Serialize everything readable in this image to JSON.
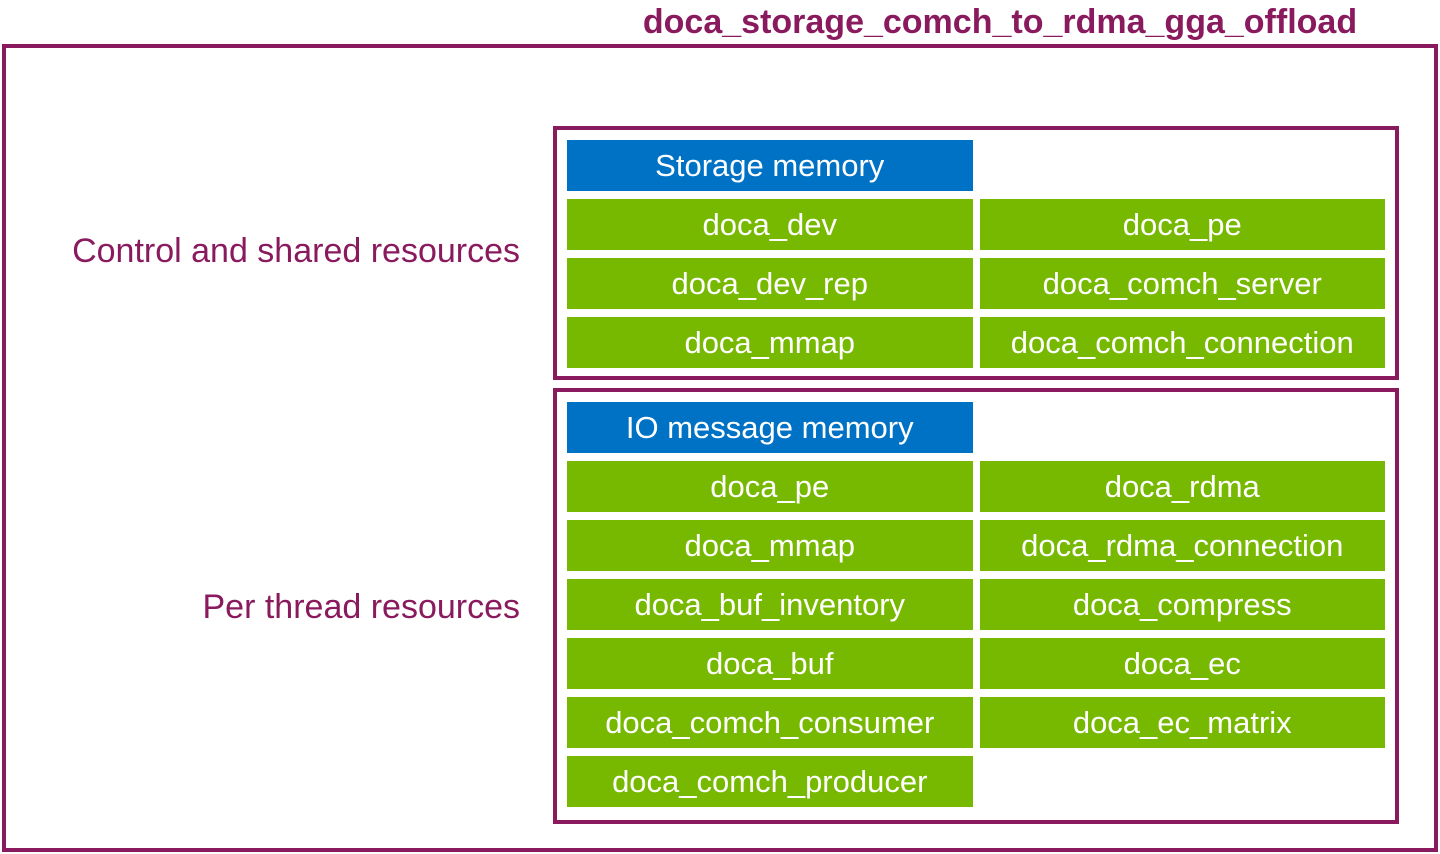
{
  "title": "doca_storage_comch_to_rdma_gga_offload",
  "colors": {
    "maroon": "#8A1A5E",
    "green": "#76B900",
    "blue": "#0072C6",
    "cell_text": "#FFFFFF",
    "background": "#FFFFFF"
  },
  "sections": [
    {
      "label": "Control and shared resources",
      "header": "Storage memory",
      "cells": [
        [
          "doca_dev",
          "doca_pe"
        ],
        [
          "doca_dev_rep",
          "doca_comch_server"
        ],
        [
          "doca_mmap",
          "doca_comch_connection"
        ]
      ]
    },
    {
      "label": "Per thread resources",
      "header": "IO message memory",
      "cells": [
        [
          "doca_pe",
          "doca_rdma"
        ],
        [
          "doca_mmap",
          "doca_rdma_connection"
        ],
        [
          "doca_buf_inventory",
          "doca_compress"
        ],
        [
          "doca_buf",
          "doca_ec"
        ],
        [
          "doca_comch_consumer",
          "doca_ec_matrix"
        ],
        [
          "doca_comch_producer",
          null
        ]
      ]
    }
  ]
}
